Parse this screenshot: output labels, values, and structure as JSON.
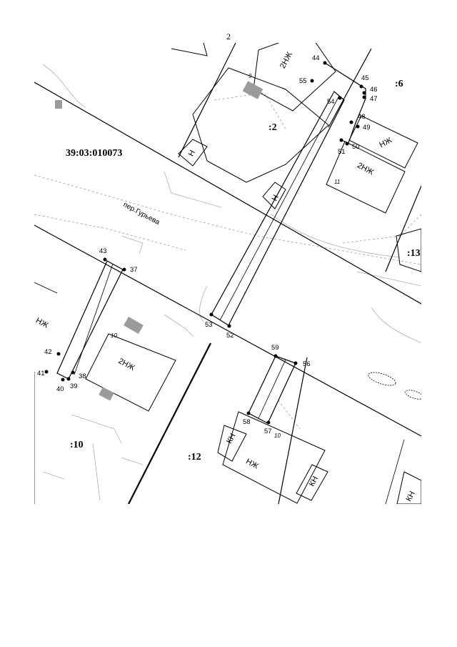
{
  "page_number": "2",
  "quarter_code": "39:03:010073",
  "street": "пер.Гурьева",
  "parcels": [
    ":2",
    ":6",
    ":13",
    ":10",
    ":12"
  ],
  "building_labels": {
    "two_nzh": "2НЖ",
    "nzh": "НЖ",
    "n": "Н",
    "kn": "КН"
  },
  "house_numbers": [
    "9",
    "11",
    "10",
    "10"
  ],
  "points": [
    "37",
    "38",
    "39",
    "40",
    "41",
    "42",
    "43",
    "44",
    "45",
    "46",
    "47",
    "48",
    "49",
    "50",
    "51",
    "52",
    "53",
    "54",
    "55",
    "56",
    "57",
    "58",
    "59"
  ]
}
